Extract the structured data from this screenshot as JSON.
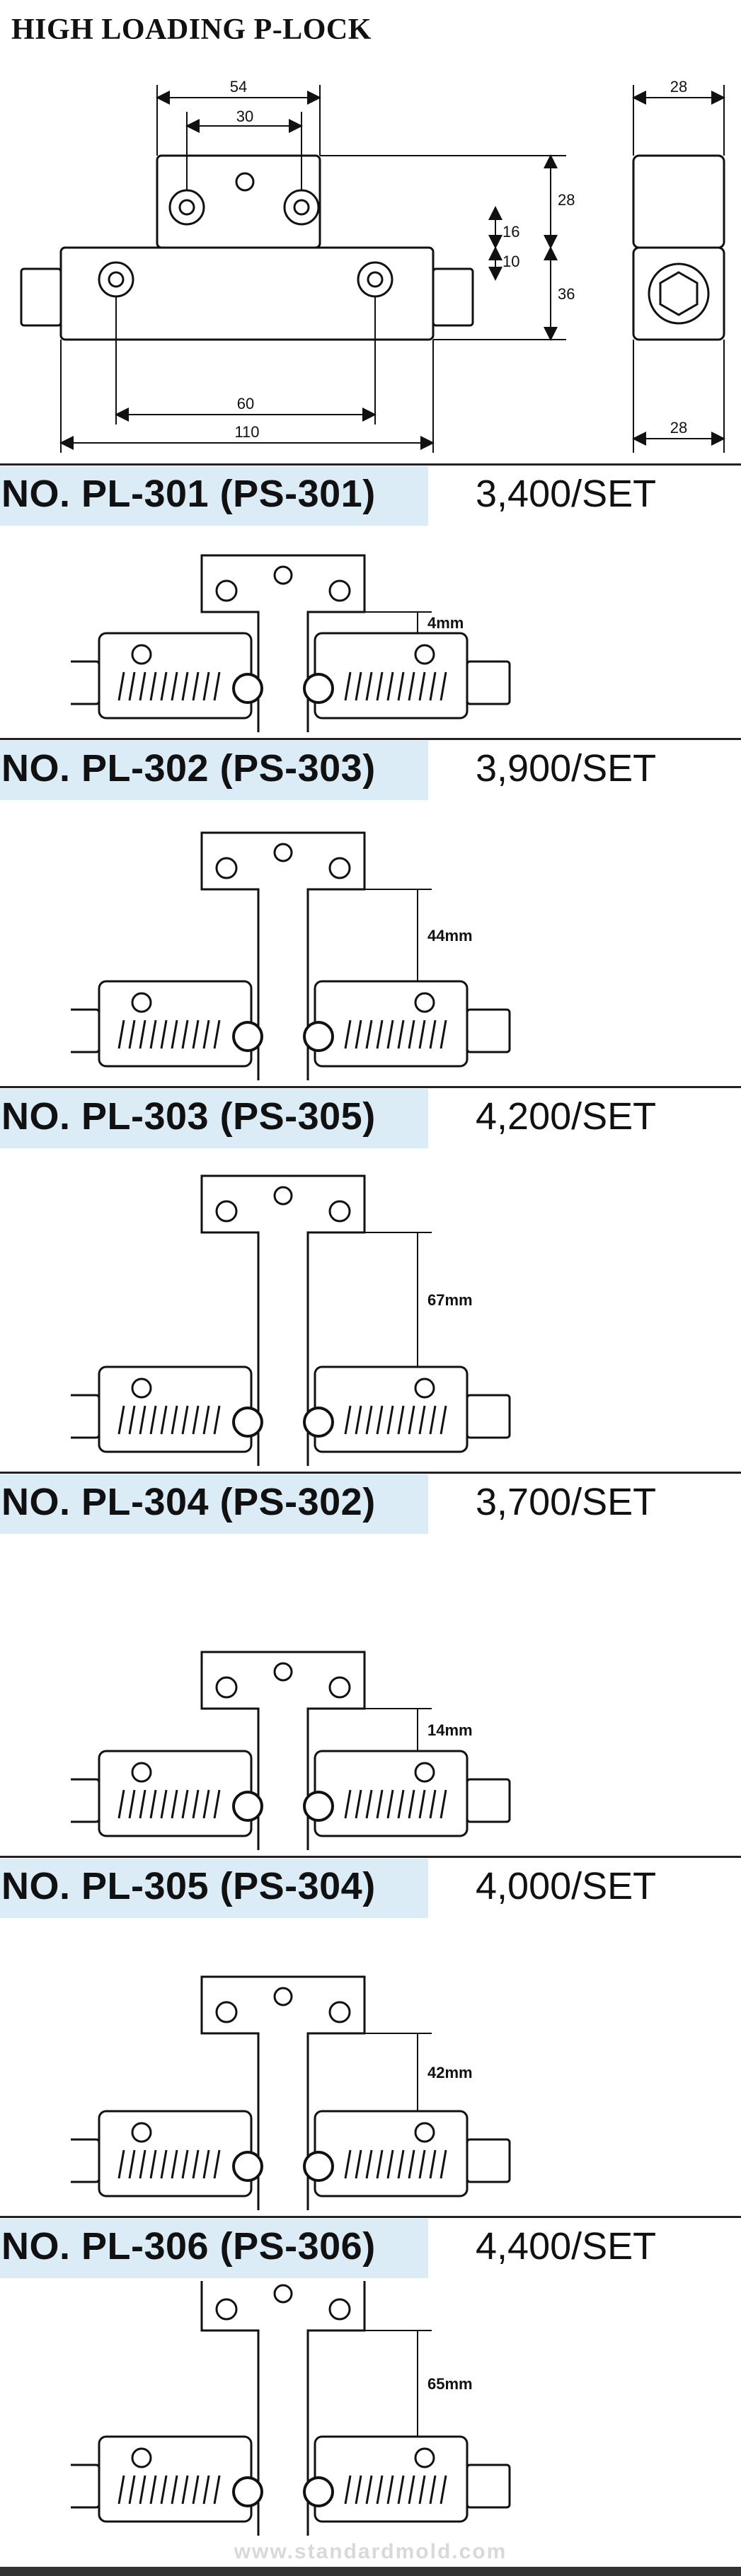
{
  "page_title": "HIGH LOADING P-LOCK",
  "drawing": {
    "dims": [
      "54",
      "30",
      "28",
      "16",
      "10",
      "36",
      "60",
      "110",
      "28",
      "28"
    ]
  },
  "products": [
    {
      "model": "NO. PL-301 (PS-301)",
      "price": "3,400/SET",
      "gap": "4mm"
    },
    {
      "model": "NO. PL-302  (PS-303)",
      "price": "3,900/SET",
      "gap": "44mm"
    },
    {
      "model": "NO. PL-303 (PS-305)",
      "price": "4,200/SET",
      "gap": "67mm"
    },
    {
      "model": "NO. PL-304 (PS-302)",
      "price": "3,700/SET",
      "gap": "14mm"
    },
    {
      "model": "NO. PL-305 (PS-304)",
      "price": "4,000/SET",
      "gap": "42mm"
    },
    {
      "model": "NO. PL-306 (PS-306)",
      "price": "4,400/SET",
      "gap": "65mm"
    }
  ],
  "watermark": "www.standardmold.com"
}
